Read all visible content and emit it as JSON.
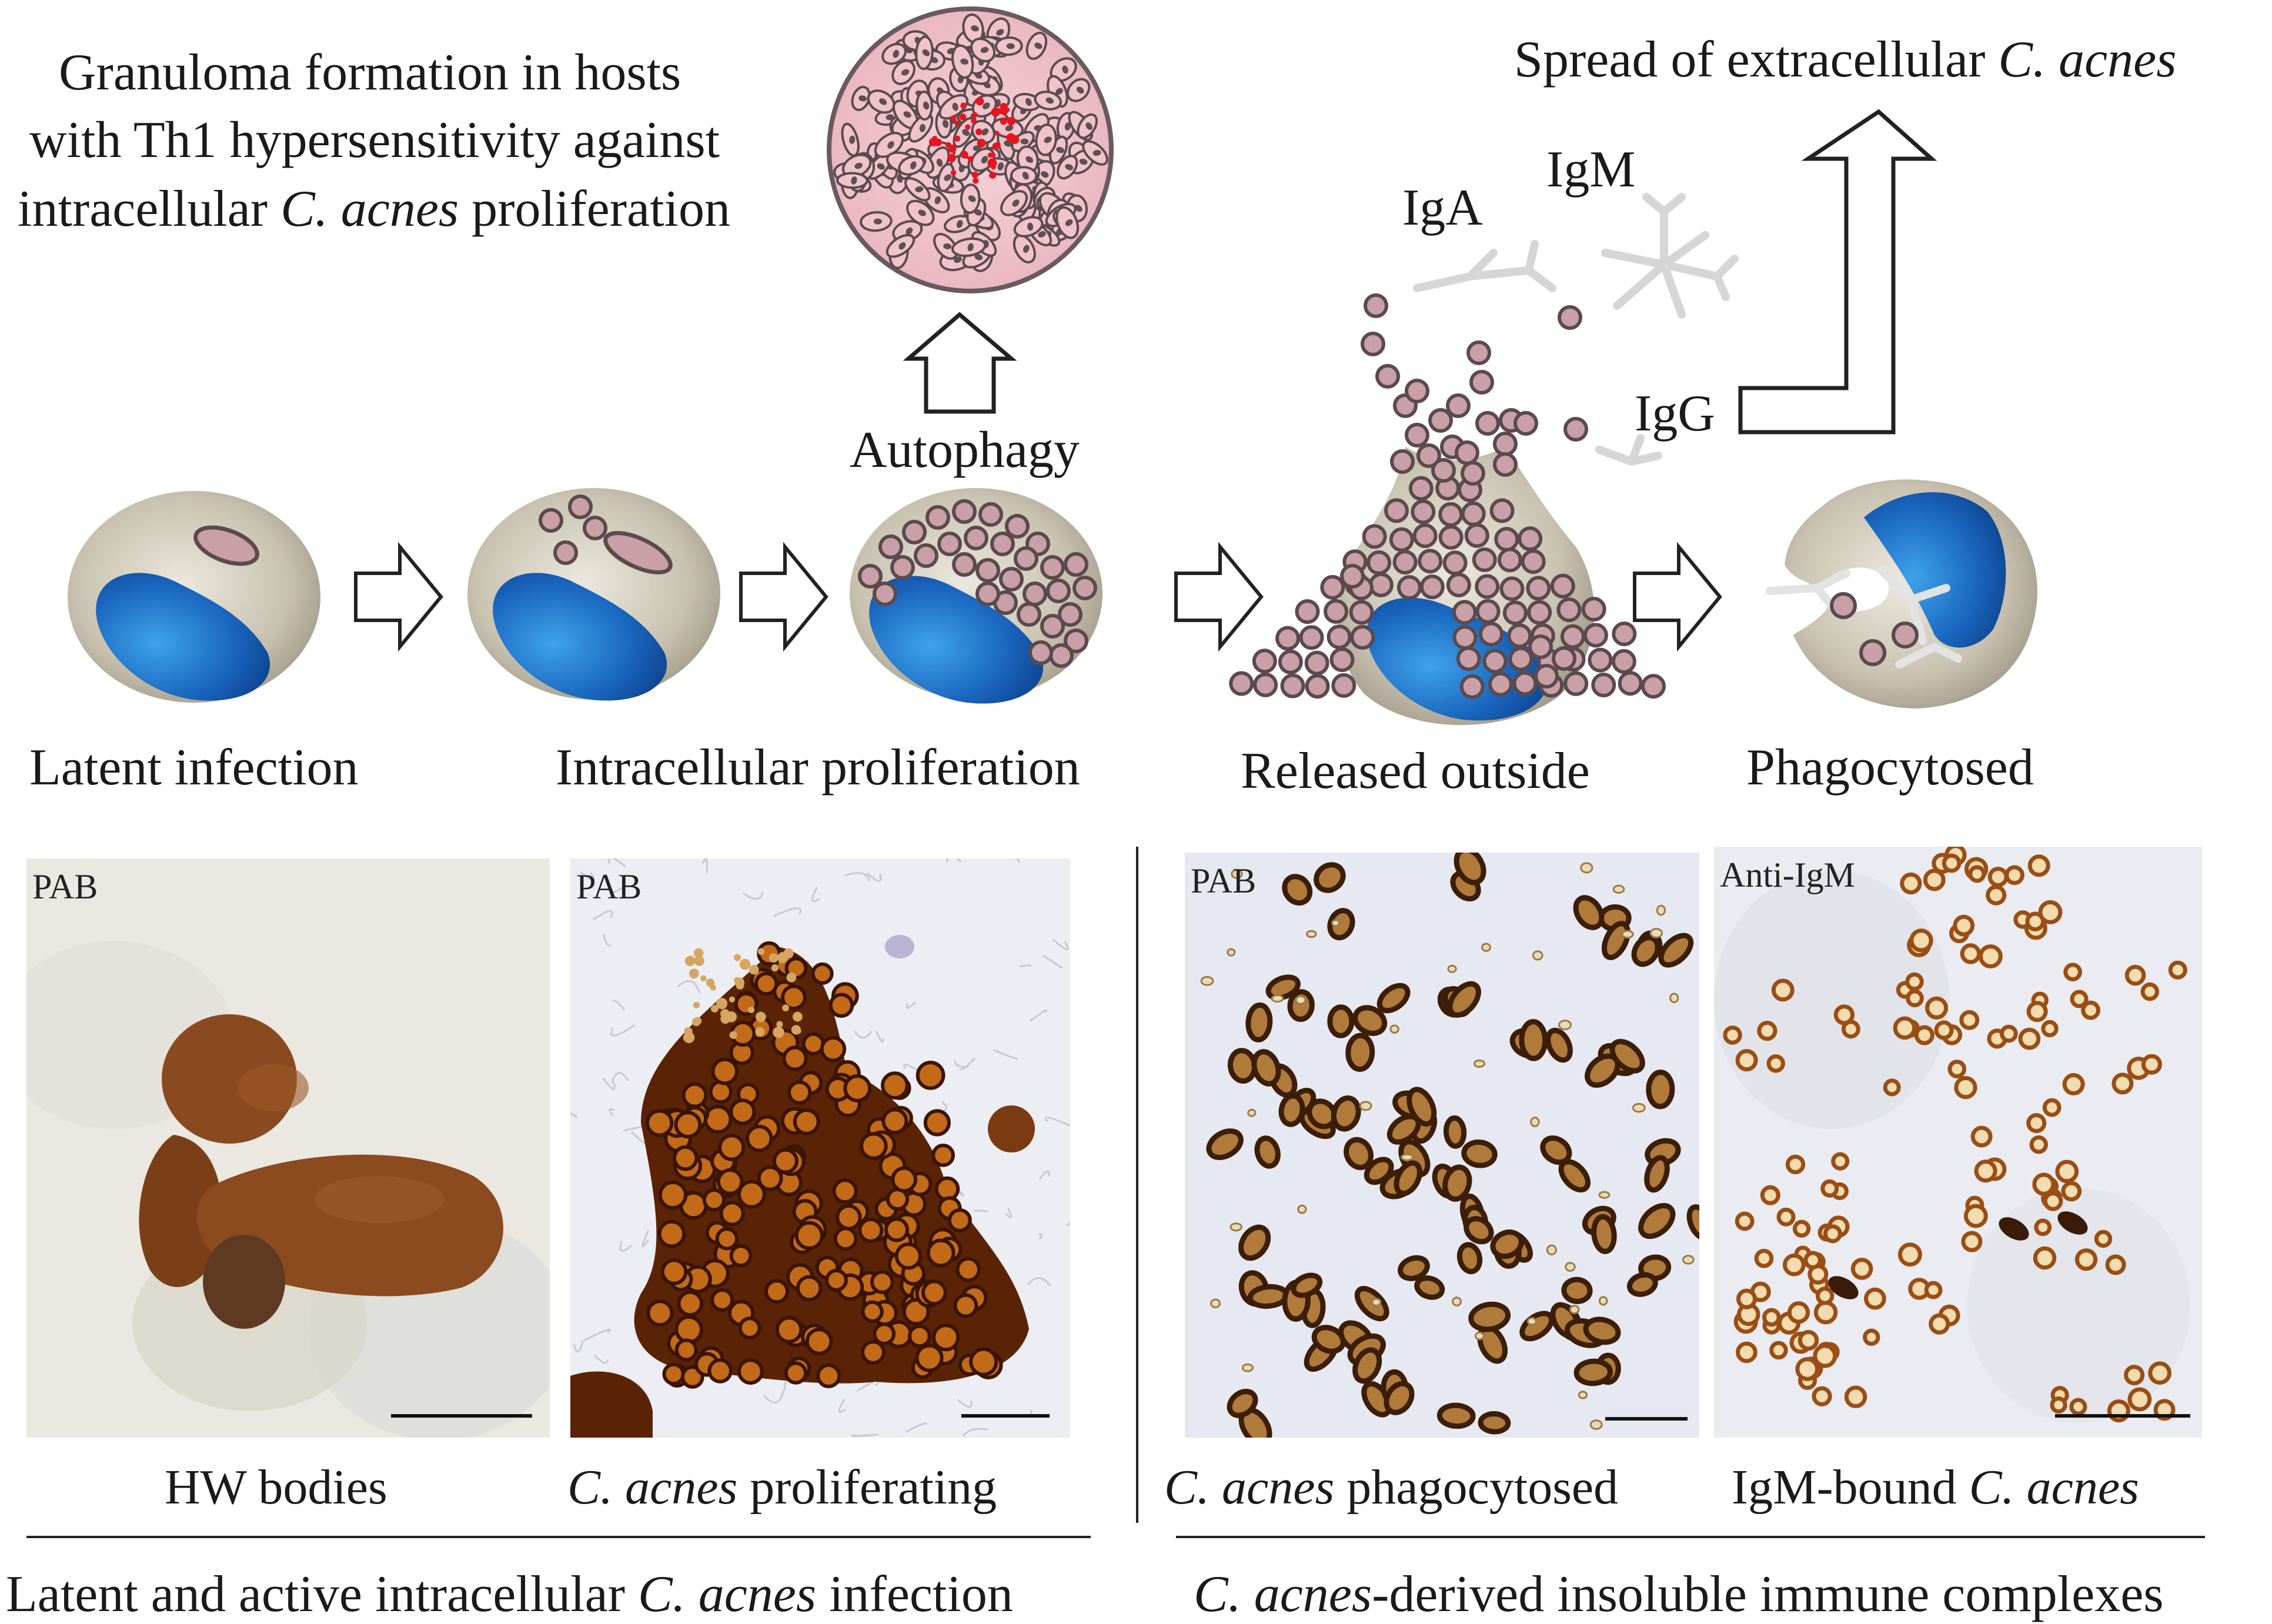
{
  "granuloma_note": {
    "line1": "Granuloma  formation in hosts",
    "line2": "with Th1 hypersensitivity against",
    "line3_pre": "intracellular ",
    "line3_ital": "C. acnes",
    "line3_post": " proliferation"
  },
  "spread_note": {
    "pre": "Spread of extracellular ",
    "ital": "C. acnes"
  },
  "autophagy_label": "Autophagy",
  "antibodies": {
    "iga": "IgA",
    "igm": "IgM",
    "igg": "IgG"
  },
  "stages": [
    {
      "label": "Latent infection"
    },
    {
      "label": "Intracellular proliferation"
    },
    {
      "label": "Released outside"
    },
    {
      "label": "Phagocytosed"
    }
  ],
  "panels": [
    {
      "stain": "PAB",
      "caption_pre": "HW bodies",
      "caption_ital": "",
      "caption_post": ""
    },
    {
      "stain": "PAB",
      "caption_pre": "",
      "caption_ital": "C. acnes",
      "caption_post": " proliferating"
    },
    {
      "stain": "PAB",
      "caption_pre": "",
      "caption_ital": "C. acnes",
      "caption_post": " phagocytosed"
    },
    {
      "stain": "Anti-IgM",
      "caption_pre": "IgM-bound ",
      "caption_ital": "C. acnes",
      "caption_post": ""
    }
  ],
  "group_captions": {
    "left_pre": "Latent and active intracellular ",
    "left_ital": "C. acnes",
    "left_post": " infection",
    "right_ital": "C. acnes",
    "right_post": "-derived insoluble immune complexes"
  },
  "colors": {
    "nucleus": "#1e6fc4",
    "bacterium_fill": "#c9a0a8",
    "bacterium_stroke": "#5a4a4e",
    "cell_fill": "#c9c2b2",
    "stain_brown": "#7a3a12",
    "granuloma_pink": "#f2c6cf"
  }
}
